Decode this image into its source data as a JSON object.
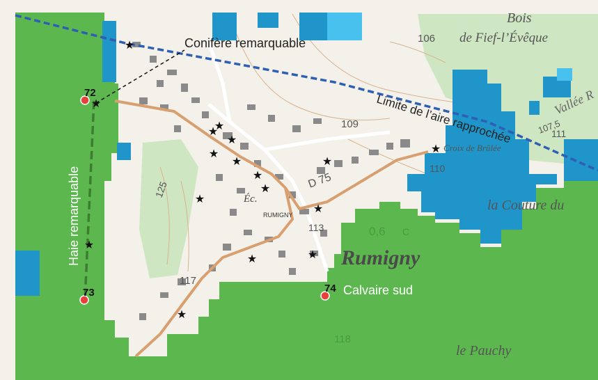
{
  "colors": {
    "green_zone": "#5cb84e",
    "blue_zone": "#1f95c9",
    "light_blue": "#48c1ee",
    "road": "#d8a070",
    "limit_line": "#2f5fb3",
    "hedge_line": "#3d7d32",
    "point": "#e8413c",
    "star": "#111111",
    "forest": "#c9e3bd"
  },
  "annotations": {
    "conifere": "Conifère remarquable",
    "limite": "Limite de l’aire rapprochée",
    "haie": "Haie remarquable",
    "calvaire": "Calvaire sud"
  },
  "points": [
    {
      "id": "72"
    },
    {
      "id": "73"
    },
    {
      "id": "74"
    }
  ],
  "base_map": {
    "village": "Rumigny",
    "village_small": "RUMIGNY",
    "bois_1": "Bois",
    "bois_2": "de Fief-l’Évêque",
    "vallee": "Vallée R",
    "croix": "Croix de Brûlée",
    "couture": "la Couture du",
    "pauchy": "le Pauchy",
    "road_d75": "D 75",
    "ecole": "Éc.",
    "elev_106": "106",
    "elev_109": "109",
    "elev_110": "110",
    "elev_111": "111",
    "elev_113": "113",
    "elev_117": "117",
    "elev_118": "118",
    "elev_125": "125",
    "elev_1075": "107,5",
    "elev_06": "0,6",
    "c_label": "C"
  },
  "symbols": {
    "star_icon": "★"
  }
}
